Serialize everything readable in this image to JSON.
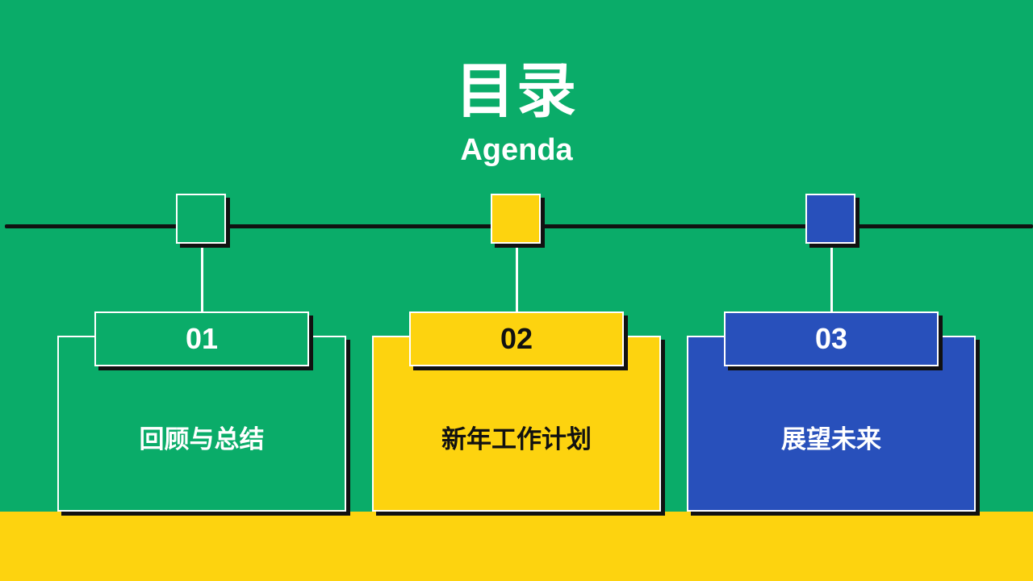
{
  "title": "目录",
  "subtitle": "Agenda",
  "colors": {
    "background": "#0aac69",
    "accent_yellow": "#fdd30f",
    "accent_blue": "#2850bb",
    "line": "#111111",
    "border": "#ffffff"
  },
  "items": [
    {
      "number": "01",
      "label": "回顾与总结",
      "color": "#0aac69",
      "text_color": "#ffffff"
    },
    {
      "number": "02",
      "label": "新年工作计划",
      "color": "#fdd30f",
      "text_color": "#111111"
    },
    {
      "number": "03",
      "label": "展望未来",
      "color": "#2850bb",
      "text_color": "#ffffff"
    }
  ]
}
